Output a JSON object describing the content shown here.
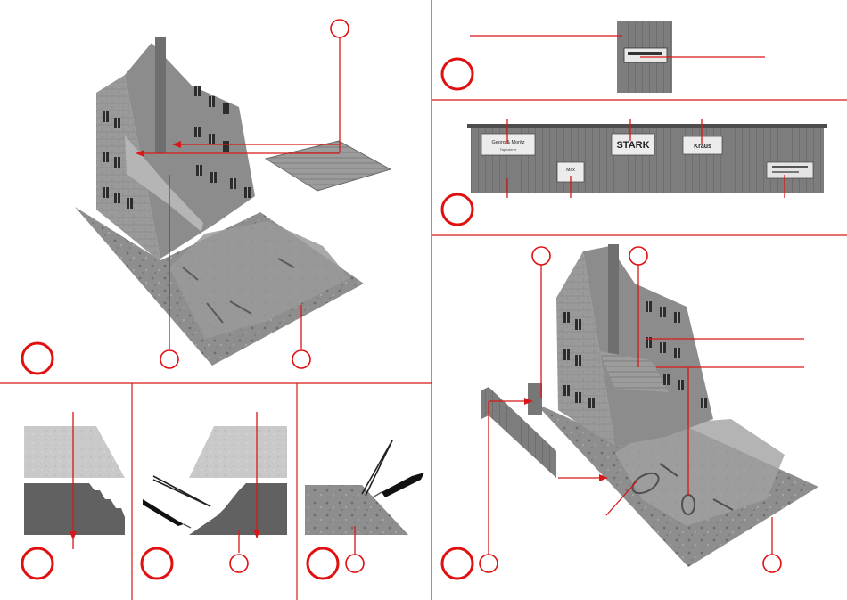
{
  "colors": {
    "accent": "#e01010",
    "line": "#d81818",
    "model_gray": "#8a8a8a"
  },
  "icons": {
    "tool_knife": "hobby-knife-icon",
    "tool_tweezers": "tweezers-icon"
  },
  "steps": [
    {
      "id": "1",
      "number": ""
    },
    {
      "id": "2",
      "number": ""
    },
    {
      "id": "3",
      "number": ""
    },
    {
      "id": "4",
      "number": ""
    },
    {
      "id": "5",
      "number": ""
    },
    {
      "id": "6",
      "number": ""
    },
    {
      "id": "7",
      "number": ""
    }
  ],
  "parts": [],
  "signs": {
    "sign_a": "Georg & Moritz",
    "sign_a_sub": "Tapezierer",
    "sign_b": "STARK",
    "sign_c": "Kraus",
    "sign_d": "Max",
    "sign_e": ""
  }
}
